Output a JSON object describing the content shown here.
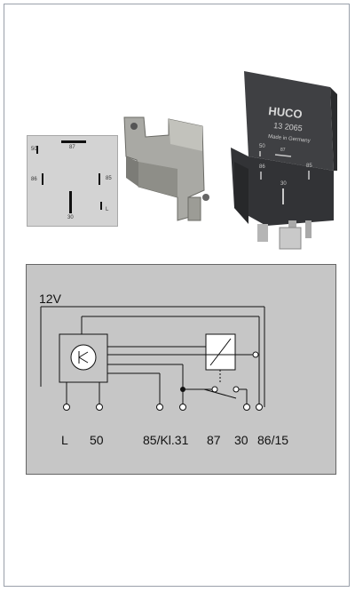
{
  "product": {
    "brand": "HUCO",
    "part_number": "13 2065",
    "origin": "Made in Germany",
    "relay_pins": [
      "50",
      "87",
      "86",
      "85",
      "30"
    ]
  },
  "pin_layout": {
    "pins": [
      "50",
      "87",
      "86",
      "85",
      "30",
      "L"
    ]
  },
  "circuit": {
    "supply": "12V",
    "terminals": [
      "L",
      "50",
      "85/Kl.31",
      "87",
      "30",
      "86/15"
    ]
  },
  "colors": {
    "panel": "#d3d3d3",
    "diagram_bg": "#c6c6c6",
    "relay_body": "#3a3b3e",
    "bracket": "#a9a9a4"
  }
}
